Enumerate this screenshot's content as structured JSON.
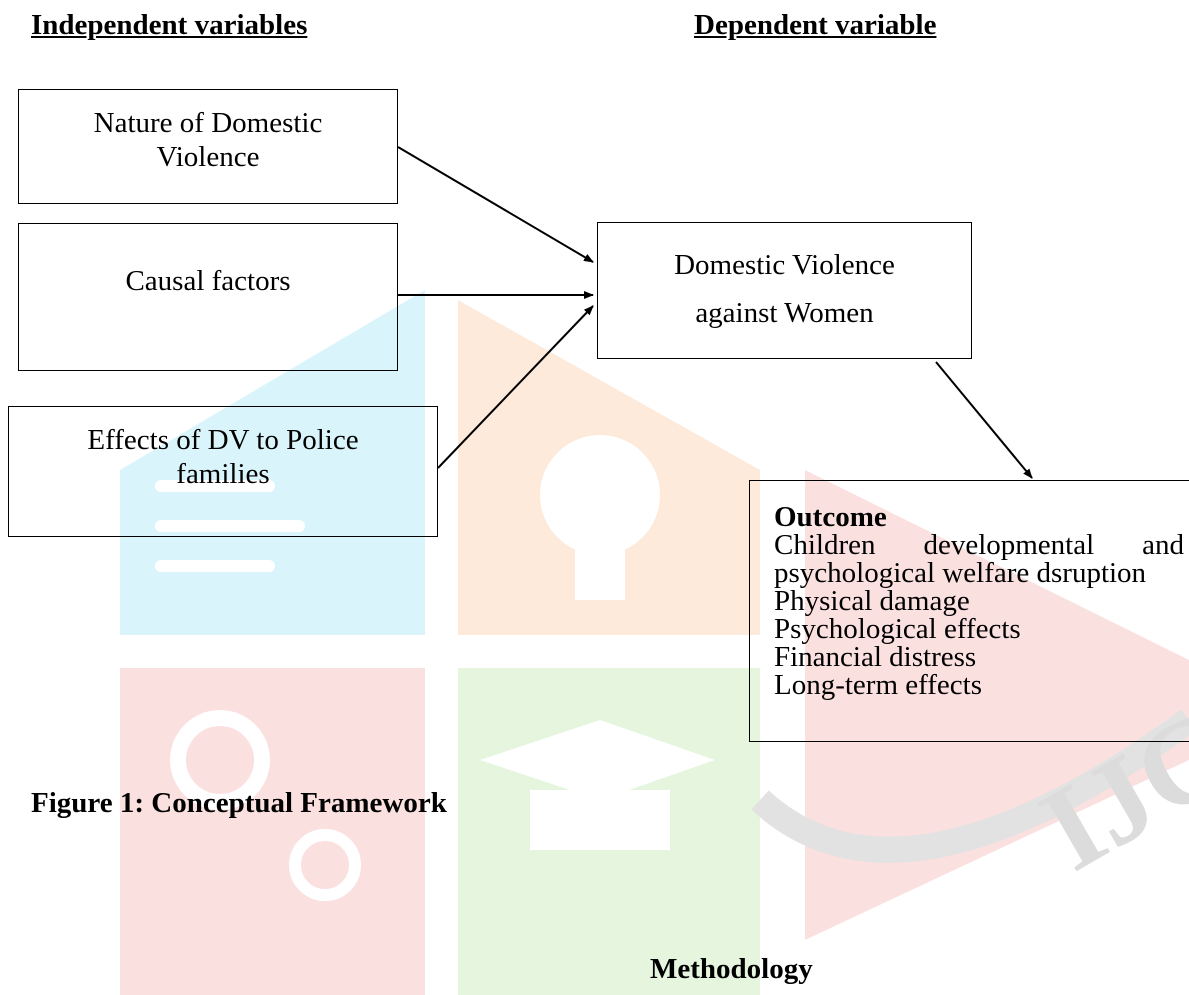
{
  "headings": {
    "independent": "Independent variables",
    "dependent": "Dependent variable"
  },
  "independent_boxes": [
    {
      "line1": "Nature of Domestic",
      "line2": "Violence"
    },
    {
      "line1": "Causal factors",
      "line2": ""
    },
    {
      "line1": "Effects of DV to Police",
      "line2": "families"
    }
  ],
  "dependent_box": {
    "line1": "Domestic Violence",
    "line2": "against Women"
  },
  "outcome": {
    "title": "Outcome",
    "item1_word1": "Children",
    "item1_word2": "developmental",
    "item1_word3": "and",
    "item1_cont": "psychological welfare dsruption",
    "items": [
      "Physical damage",
      "Psychological effects",
      "Financial distress",
      "Long-term effects"
    ]
  },
  "caption": "Figure 1: Conceptual Framework",
  "section_heading": "Methodology",
  "watermark": {
    "text": "IJCR",
    "colors": {
      "cyan": "#d9f5fb",
      "orange": "#fdeadb",
      "red": "#fbe0e0",
      "green": "#e6f5dd",
      "grey": "#e2e2e2"
    }
  }
}
